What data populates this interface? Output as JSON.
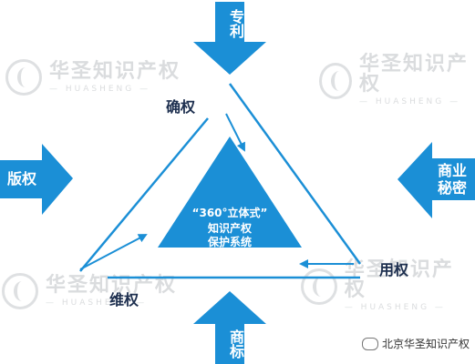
{
  "arrows": {
    "top": "专利",
    "left": "版权",
    "right_line1": "商业",
    "right_line2": "秘密",
    "bottom": "商标"
  },
  "nodes": {
    "confirm": "确权",
    "use": "用权",
    "protect": "维权"
  },
  "center": {
    "line1": "“360°立体式”",
    "line2": "知识产权",
    "line3": "保护系统"
  },
  "watermark": {
    "cn": "华圣知识产权",
    "en": "— HUASHENG —"
  },
  "brand": "北京华圣知识产权",
  "colors": {
    "blue": "#1b8fd6",
    "dark_blue": "#1f8ad2",
    "triangle_line": "#1b8fd6",
    "node_text": "#1d2f4f"
  }
}
